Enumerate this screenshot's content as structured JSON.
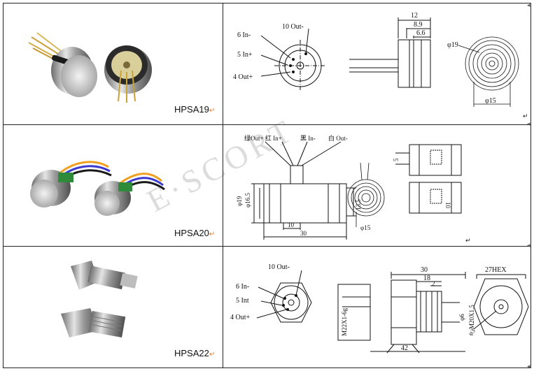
{
  "rows": [
    {
      "model": "HPSA19",
      "drawing_labels": {
        "out_minus": "10 Out-",
        "in_minus": "6 In-",
        "in_plus": "5 In+",
        "out_plus": "4 Out+",
        "dim_12": "12",
        "dim_8_9": "8.9",
        "dim_6_6": "6.6",
        "dia_19": "φ19",
        "dia_15": "φ15"
      }
    },
    {
      "model": "HPSA20",
      "drawing_labels": {
        "wires": "绿Out+ 红 In+",
        "black": "黑 In-",
        "white": "白 Out-",
        "dia_19": "φ19",
        "dia_16_5": "φ16.5",
        "dim_13_5": "13.5",
        "dim_10": "10",
        "dim_30": "30",
        "dia_15": "φ15",
        "dim_5": "5",
        "dim_10b": "10"
      }
    },
    {
      "model": "HPSA22",
      "drawing_labels": {
        "out_minus": "10 Out-",
        "in_minus": "6 In-",
        "in_plus": "5 Int",
        "out_plus": "4 Out+",
        "dim_30": "30",
        "dim_18": "18",
        "dim_2": "2",
        "thread1": "M22X1-6g",
        "dia_6": "φ6",
        "thread2": "M20X1.5",
        "dim_42": "42",
        "hex": "27HEX",
        "dia_3": "φ3"
      }
    }
  ],
  "marks": {
    "return": "↵",
    "side": "◂"
  }
}
